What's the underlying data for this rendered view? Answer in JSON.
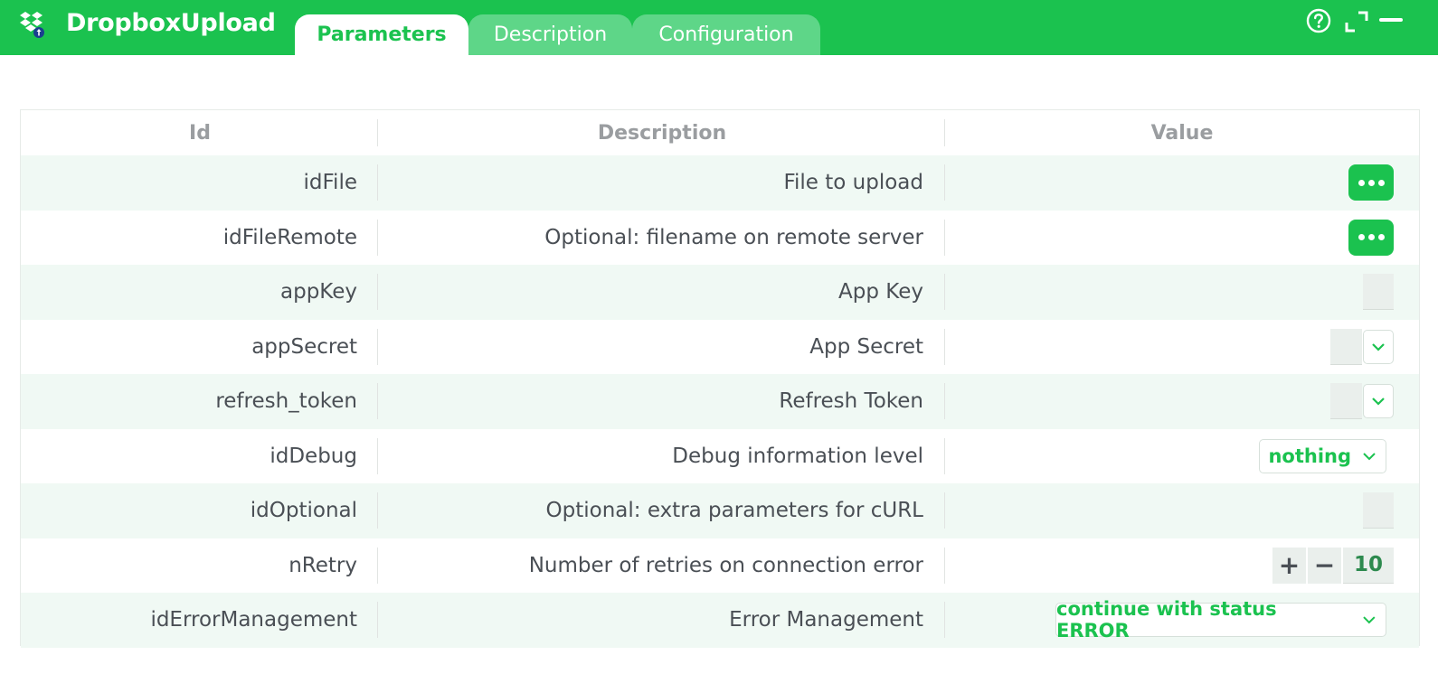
{
  "app": {
    "title": "DropboxUpload",
    "logo_icon": "dropbox-upload-icon"
  },
  "tabs": [
    {
      "label": "Parameters",
      "active": true
    },
    {
      "label": "Description",
      "active": false
    },
    {
      "label": "Configuration",
      "active": false
    }
  ],
  "window_controls": [
    "help-icon",
    "expand-icon",
    "minimize-icon"
  ],
  "colors": {
    "brand": "#1bc24f",
    "tab_inactive": "#5ed688",
    "row_alt": "#f0f9f4",
    "input_bg": "#eaefec",
    "stepper_value": "#2d8a4e"
  },
  "table": {
    "headers": {
      "id": "Id",
      "description": "Description",
      "value": "Value"
    },
    "rows": [
      {
        "id": "idFile",
        "description": "File to upload",
        "value_type": "file-picker",
        "value": ""
      },
      {
        "id": "idFileRemote",
        "description": "Optional: filename on remote server",
        "value_type": "file-picker",
        "value": ""
      },
      {
        "id": "appKey",
        "description": "App Key",
        "value_type": "text",
        "value": ""
      },
      {
        "id": "appSecret",
        "description": "App Secret",
        "value_type": "combo",
        "value": ""
      },
      {
        "id": "refresh_token",
        "description": "Refresh Token",
        "value_type": "combo",
        "value": ""
      },
      {
        "id": "idDebug",
        "description": "Debug information level",
        "value_type": "select",
        "value": "nothing"
      },
      {
        "id": "idOptional",
        "description": "Optional: extra parameters for cURL",
        "value_type": "text",
        "value": ""
      },
      {
        "id": "nRetry",
        "description": "Number of retries on connection error",
        "value_type": "stepper",
        "value": "10",
        "plus": "+",
        "minus": "−"
      },
      {
        "id": "idErrorManagement",
        "description": "Error Management",
        "value_type": "select",
        "value": "continue with status ERROR"
      }
    ]
  }
}
